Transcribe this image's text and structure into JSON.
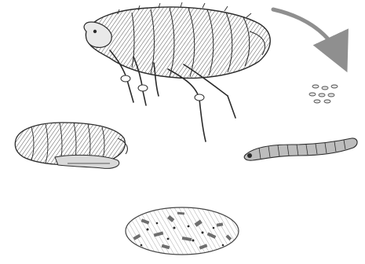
{
  "figure": {
    "kind": "flea life cycle illustration",
    "stages": [
      {
        "id": "adult",
        "name": "adult-flea"
      },
      {
        "id": "eggs",
        "name": "eggs"
      },
      {
        "id": "larva",
        "name": "larva"
      },
      {
        "id": "cocoon",
        "name": "cocoon"
      },
      {
        "id": "pupa",
        "name": "pupa"
      }
    ],
    "arrow": {
      "from": "adult",
      "to": "eggs"
    },
    "colors": {
      "ink": "#2b2b2b",
      "mid": "#7a7a7a",
      "light": "#c9c9c9",
      "paper": "#ffffff",
      "arrow": "#8f8f8f"
    }
  }
}
